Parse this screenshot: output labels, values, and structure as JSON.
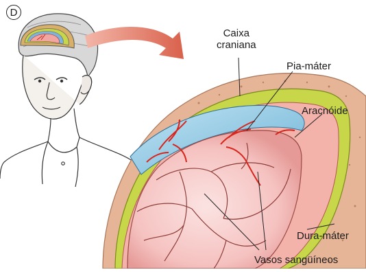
{
  "figure": {
    "panel_letter": "D"
  },
  "labels": {
    "caixa_craniana": "Caixa\ncraniana",
    "pia_mater": "Pia-máter",
    "aracnoide": "Aracnóide",
    "dura_mater": "Dura-máter",
    "vasos_sanguineos": "Vasos sangüíneos"
  },
  "colors": {
    "skull_bone": "#e8b89a",
    "dura_mater": "#c8d64a",
    "arachnoid": "#f2a9a0",
    "pia_mater": "#9fd0e8",
    "brain": "#f7c9c7",
    "blood_vessel": "#d9241c",
    "arrow": "#e07a6a"
  }
}
